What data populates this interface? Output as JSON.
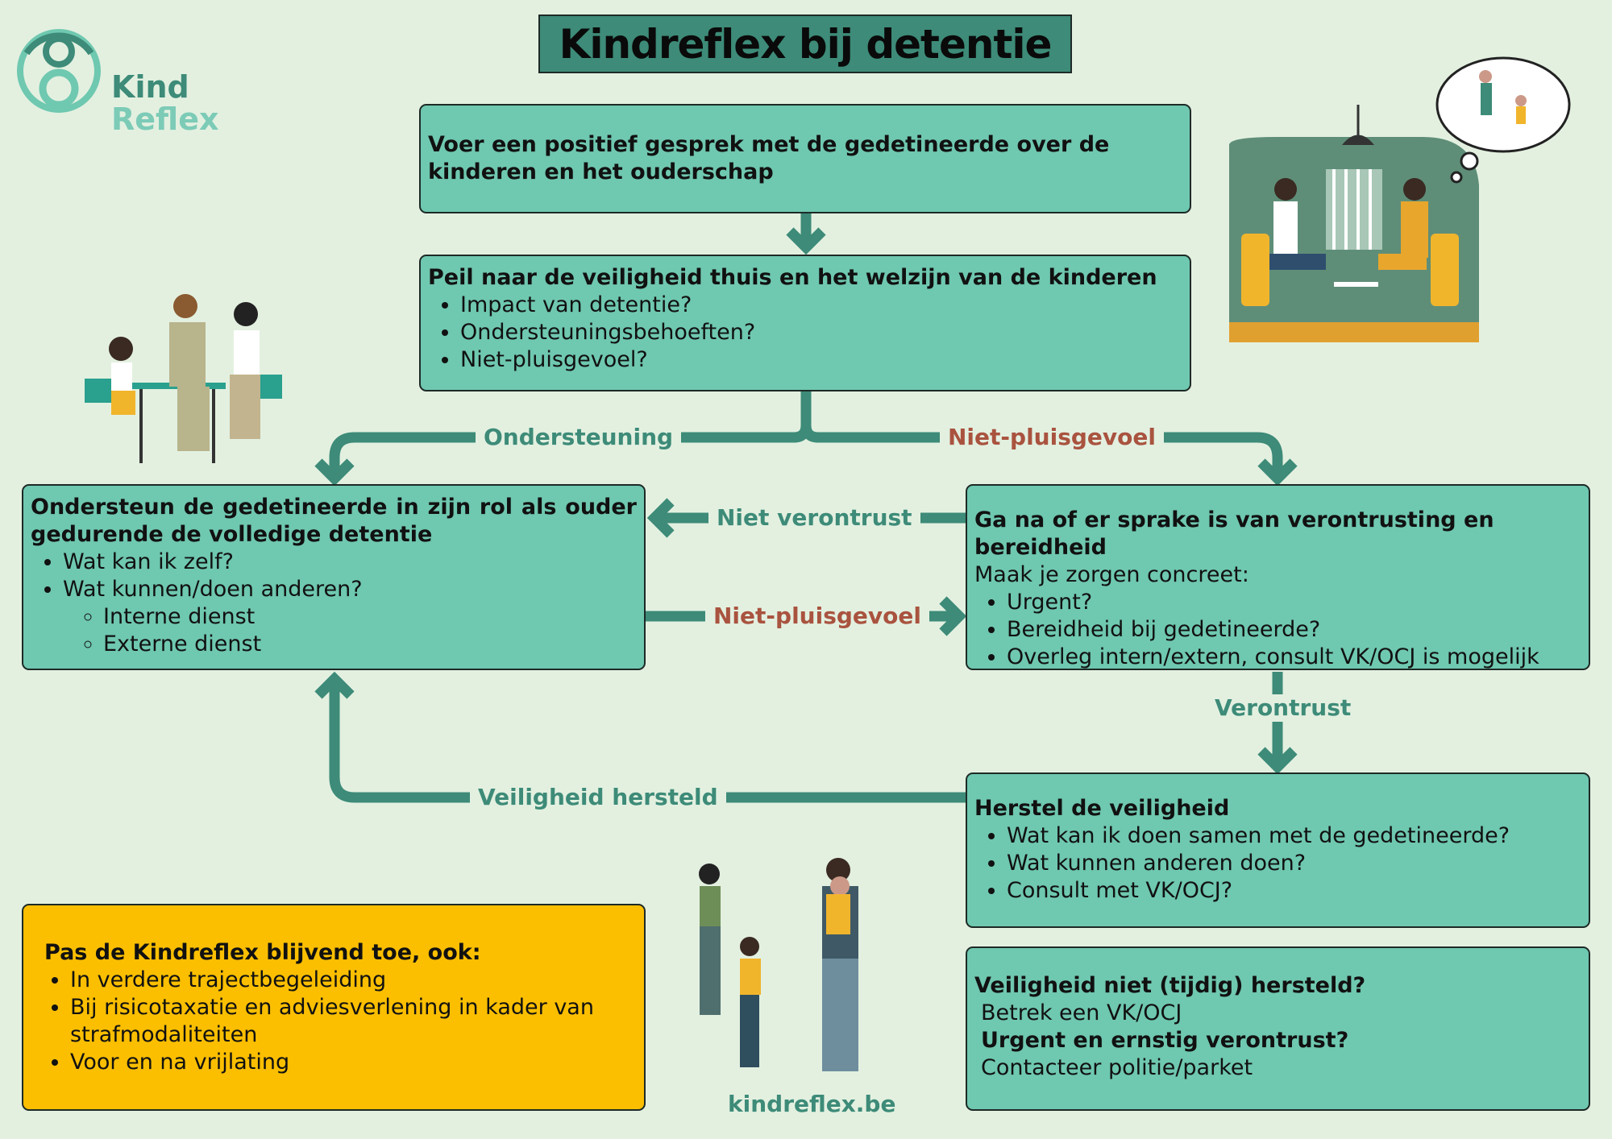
{
  "title": "Kindreflex bij detentie",
  "logo": {
    "line1": "Kind",
    "line2": "Reflex"
  },
  "colors": {
    "page": "#e3f0e0",
    "box": "#6fc8b0",
    "arrow": "#3d8b78",
    "red_label": "#a9533f",
    "yellow": "#fbbf00"
  },
  "step1": {
    "heading": "Voer een positief gesprek met de gedetineerde over de kinderen en het ouderschap"
  },
  "step2": {
    "heading": "Peil naar de veiligheid thuis en het welzijn van de kinderen",
    "items": [
      "Impact van detentie?",
      "Ondersteuningsbehoeften?",
      "Niet-pluisgevoel?"
    ]
  },
  "support": {
    "heading": "Ondersteun de gedetineerde in zijn rol als ouder gedurende de volledige detentie",
    "items": [
      "Wat kan ik zelf?",
      "Wat kunnen/doen anderen?"
    ],
    "subitems": [
      "Interne dienst",
      "Externe dienst"
    ]
  },
  "check": {
    "heading": "Ga na of er sprake is van verontrusting en bereidheid",
    "intro": "Maak je zorgen concreet:",
    "items": [
      "Urgent?",
      "Bereidheid bij gedetineerde?",
      "Overleg intern/extern, consult VK/OCJ is mogelijk"
    ]
  },
  "restore": {
    "heading": "Herstel de veiligheid",
    "items": [
      "Wat kan ik doen samen met de gedetineerde?",
      "Wat kunnen anderen doen?",
      "Consult met VK/OCJ?"
    ]
  },
  "escalate": {
    "q1": "Veiligheid niet (tijdig) hersteld?",
    "a1": "Betrek een VK/OCJ",
    "q2": "Urgent en ernstig verontrust?",
    "a2": "Contacteer politie/parket"
  },
  "always": {
    "heading": "Pas de Kindreflex blijvend toe, ook:",
    "items": [
      "In verdere trajectbegeleiding",
      "Bij risicotaxatie en adviesverlening in kader van strafmodaliteiten",
      "Voor en na vrijlating"
    ]
  },
  "labels": {
    "ondersteuning": "Ondersteuning",
    "niet_pluis_top": "Niet-pluisgevoel",
    "niet_verontrust": "Niet verontrust",
    "niet_pluis_mid": "Niet-pluisgevoel",
    "verontrust": "Verontrust",
    "hersteld": "Veiligheid hersteld"
  },
  "website": "kindreflex.be"
}
